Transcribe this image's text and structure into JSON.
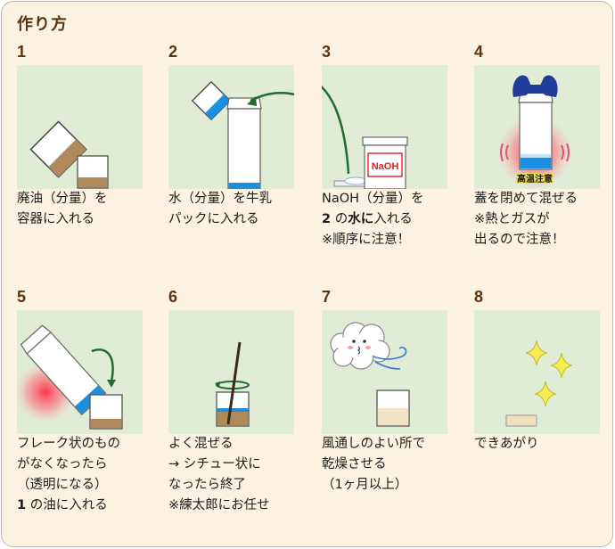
{
  "title": "作り方",
  "steps": [
    {
      "num": "1",
      "lines": [
        "廃油（分量）を",
        "容器に入れる"
      ]
    },
    {
      "num": "2",
      "lines": [
        "水（分量）を牛乳",
        "パックに入れる"
      ]
    },
    {
      "num": "3",
      "lines": [
        "NaOH（分量）を",
        "※順序に注意！"
      ],
      "bold_num": "2",
      "bold_mid": "の",
      "bold_water": "水に",
      "line2_rest": "入れる",
      "jar_label": "NaOH"
    },
    {
      "num": "4",
      "lines": [
        "蓋を閉めて混ぜる",
        "※熱とガスが",
        "出るので注意！"
      ],
      "badge": "高温注意"
    },
    {
      "num": "5",
      "lines": [
        "フレーク状のもの",
        "がなくなったら",
        "（透明になる）"
      ],
      "bold_num": "1",
      "line4_rest": "の油に入れる"
    },
    {
      "num": "6",
      "lines": [
        "よく混ぜる",
        "→ シチュー状に",
        "なったら終了",
        "※練太郎にお任せ"
      ]
    },
    {
      "num": "7",
      "lines": [
        "風通しのよい所で",
        "乾燥させる",
        "（1ヶ月以上）"
      ]
    },
    {
      "num": "8",
      "lines": [
        "できあがり"
      ]
    }
  ],
  "colors": {
    "background": "#fbf2e1",
    "panel": "#e1ecd6",
    "heading": "#5a3410",
    "water": "#1a8fe0",
    "oil": "#b08a5a",
    "arrow": "#1f6b30",
    "heat": "#e0303a",
    "glove": "#233c9a",
    "sparkle": "#f0e040"
  }
}
